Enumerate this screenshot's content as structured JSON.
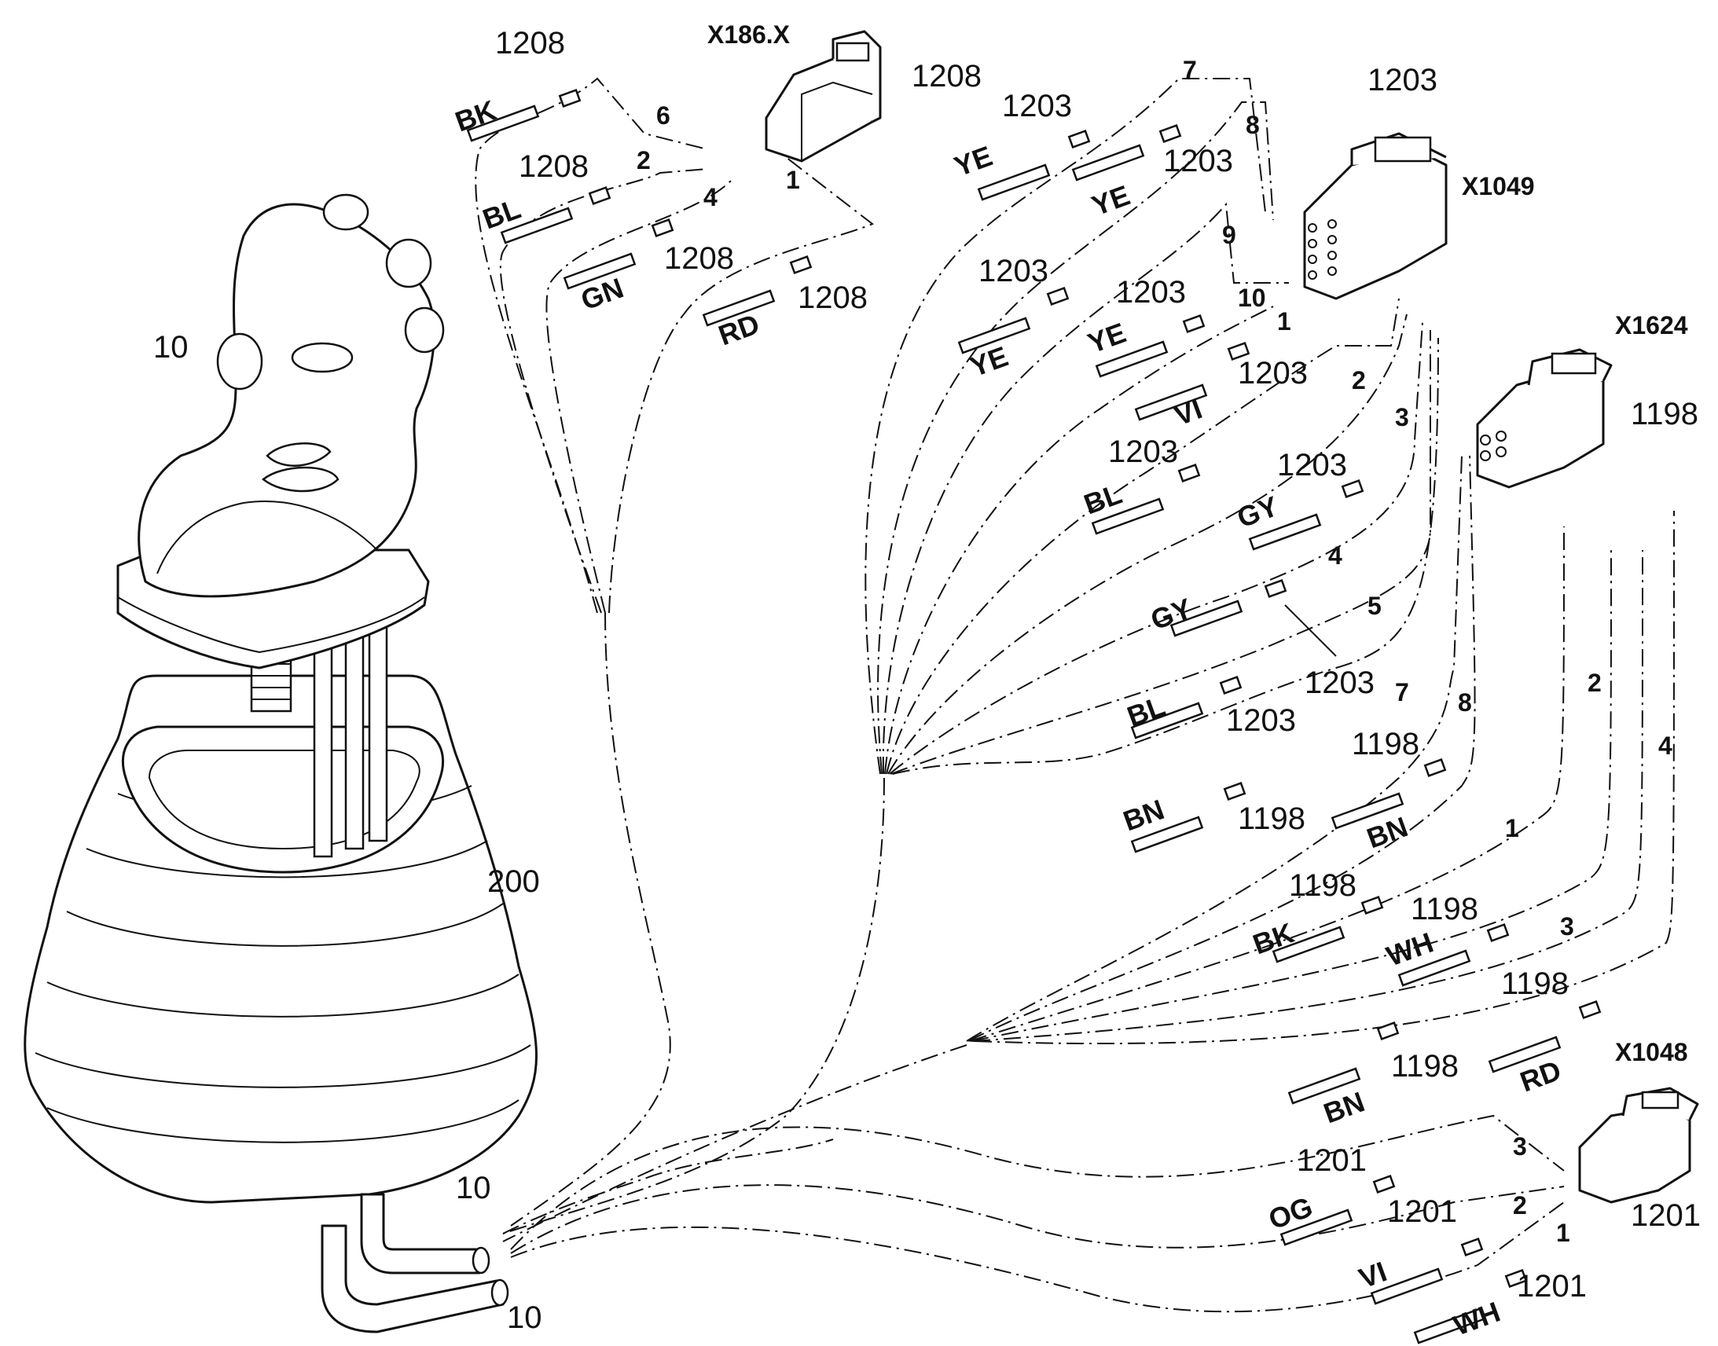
{
  "connectors": [
    {
      "id": "X186.X",
      "part": "1208"
    },
    {
      "id": "X1049",
      "part": "1203"
    },
    {
      "id": "X1624",
      "part": "1198"
    },
    {
      "id": "X1048",
      "part": "1201"
    }
  ],
  "components": {
    "joystick": "10",
    "boot": "200",
    "cable_a": "10",
    "cable_b": "10"
  },
  "terminals": [
    {
      "color": "BK",
      "pin": "6",
      "part": "1208"
    },
    {
      "color": "BL",
      "pin": "2",
      "part": "1208"
    },
    {
      "color": "GN",
      "pin": "4",
      "part": "1208"
    },
    {
      "color": "RD",
      "pin": "1",
      "part": "1208"
    },
    {
      "color": "YE",
      "pin": "7",
      "part": "1203"
    },
    {
      "color": "YE",
      "pin": "8",
      "part": "1203"
    },
    {
      "color": "YE",
      "pin": "9",
      "part": "1203"
    },
    {
      "color": "YE",
      "pin": "10",
      "part": "1203"
    },
    {
      "color": "VI",
      "pin": "1",
      "part": "1203"
    },
    {
      "color": "BL",
      "pin": "2",
      "part": "1203"
    },
    {
      "color": "GY",
      "pin": "3",
      "part": "1203"
    },
    {
      "color": "GY",
      "pin": "4",
      "part": "1203"
    },
    {
      "color": "BL",
      "pin": "5",
      "part": "1203"
    },
    {
      "color": "BN",
      "pin": "7",
      "part": "1198"
    },
    {
      "color": "BN",
      "pin": "8",
      "part": "1198"
    },
    {
      "color": "BK",
      "pin": "1",
      "part": "1198"
    },
    {
      "color": "WH",
      "pin": "2",
      "part": "1198"
    },
    {
      "color": "BN",
      "pin": "3",
      "part": "1198"
    },
    {
      "color": "RD",
      "pin": "4",
      "part": "1198"
    },
    {
      "color": "OG",
      "pin": "3",
      "part": "1201"
    },
    {
      "color": "VI",
      "pin": "2",
      "part": "1201"
    },
    {
      "color": "WH",
      "pin": "1",
      "part": "1201"
    }
  ],
  "part_callouts": [
    "1208",
    "1208",
    "1208",
    "1208",
    "1203",
    "1203",
    "1203",
    "1203",
    "1203",
    "1203",
    "1203",
    "1203",
    "1203",
    "1198",
    "1198",
    "1198",
    "1198",
    "1198",
    "1201",
    "1201"
  ]
}
